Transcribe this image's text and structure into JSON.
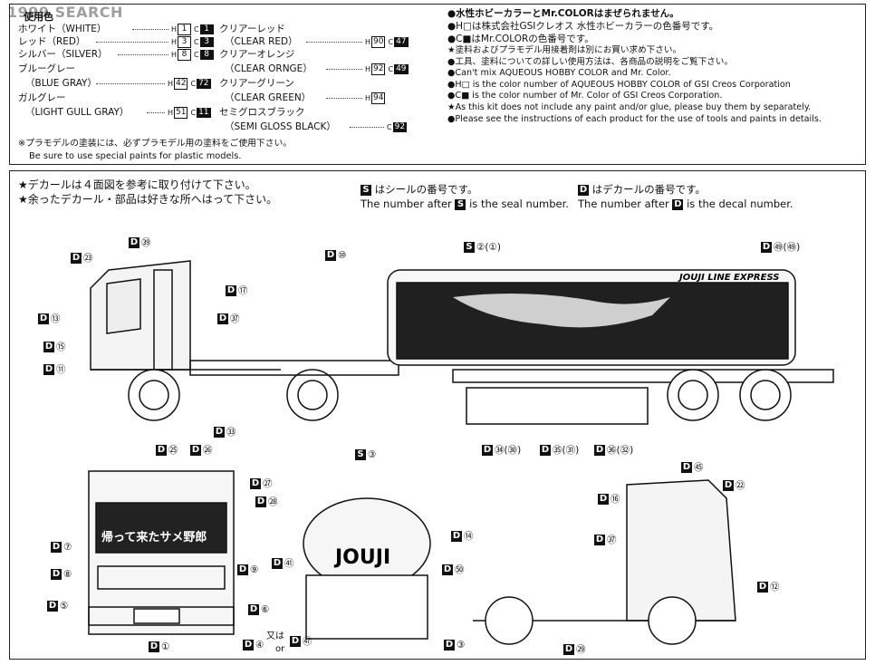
{
  "watermark": {
    "logo": "1999",
    "text": "SEARCH"
  },
  "paint": {
    "title": "使用色",
    "rows": [
      {
        "name": "ホワイト（WHITE）",
        "h": "1",
        "c": "1"
      },
      {
        "name": "レッド（RED）",
        "h": "3",
        "c": "3"
      },
      {
        "name": "シルバー（SILVER）",
        "h": "8",
        "c": "8"
      },
      {
        "name": "ブルーグレー",
        "name2": "（BLUE GRAY）",
        "h": "42",
        "c": "72"
      },
      {
        "name": "ガルグレー",
        "name2": "（LIGHT GULL GRAY）",
        "h": "51",
        "c": "11"
      }
    ],
    "clear_rows": [
      {
        "name": "クリアーレッド",
        "name2": "（CLEAR RED）",
        "h": "90",
        "c": "47"
      },
      {
        "name": "クリアーオレンジ",
        "name2": "（CLEAR ORNGE）",
        "h": "92",
        "c": "49"
      },
      {
        "name": "クリアーグリーン",
        "name2": "（CLEAR GREEN）",
        "h": "94",
        "c": ""
      },
      {
        "name": "セミグロスブラック",
        "name2": "（SEMI GLOSS BLACK）",
        "h": "",
        "c": "92"
      }
    ],
    "footnote_jp": "※プラモデルの塗装には、必ずプラモデル用の塗料をご使用下さい。",
    "footnote_en": "Be sure to use special paints for plastic models."
  },
  "notes": {
    "l1": "●水性ホビーカラーとMr.COLORはまぜられません。",
    "l2": "●H□は株式会社GSIクレオス 水性ホビーカラーの色番号です。",
    "l3": "●C■はMr.COLORの色番号です。",
    "l4": "★塗料およびプラモデル用接着剤は別にお買い求め下さい。",
    "l5": "●工具、塗料についての詳しい使用方法は、各商品の説明をご覧下さい。",
    "l6": "●Can't mix AQUEOUS HOBBY COLOR and Mr. Color.",
    "l7": "●H□ is the color number of AQUEOUS HOBBY COLOR of GSI Creos Corporation",
    "l8": "●C■ is the color number of Mr. Color of GSI Creos Corporation.",
    "l9": "★As this kit does not include any paint and/or glue, please buy them by separately.",
    "l10": "●Please see the instructions of each product for the use of tools and paints in details."
  },
  "instructions": {
    "l1": "★デカールは４面図を参考に取り付けて下さい。",
    "l2": "★余ったデカール・部品は好きな所へはって下さい。"
  },
  "legend": {
    "seal_jp": "はシールの番号です。",
    "seal_en_a": "The number after",
    "seal_en_b": "is the seal number.",
    "decal_jp": "はデカールの番号です。",
    "decal_en_a": "The number after",
    "decal_en_b": "is the decal number.",
    "S": "S",
    "D": "D"
  },
  "tanker": {
    "banner": "JOUJI LINE EXPRESS",
    "rear_logo": "JOUJI",
    "front_text": "帰って来たサメ野郎"
  },
  "callouts": {
    "side": [
      "㊴",
      "㉓",
      "⑰",
      "⑬",
      "㊲",
      "⑮",
      "⑪",
      "㉝",
      "⑩",
      "②(①)",
      "㊾(㊾)",
      "㉞(㉚)",
      "㉟(㉛)",
      "㊱(㉜)"
    ],
    "front": [
      "㉕",
      "㉖",
      "㉗",
      "㉘",
      "⑦",
      "⑧",
      "⑨",
      "⑤",
      "⑥",
      "①"
    ],
    "rear": [
      "③",
      "⑭",
      "㊶",
      "㊿",
      "④",
      "③"
    ],
    "rear_or": "又は",
    "rear_or_en": "or",
    "rear_47": "㊼",
    "right": [
      "㊺",
      "⑯",
      "㉒",
      "㊲",
      "⑫",
      "㉙"
    ]
  }
}
